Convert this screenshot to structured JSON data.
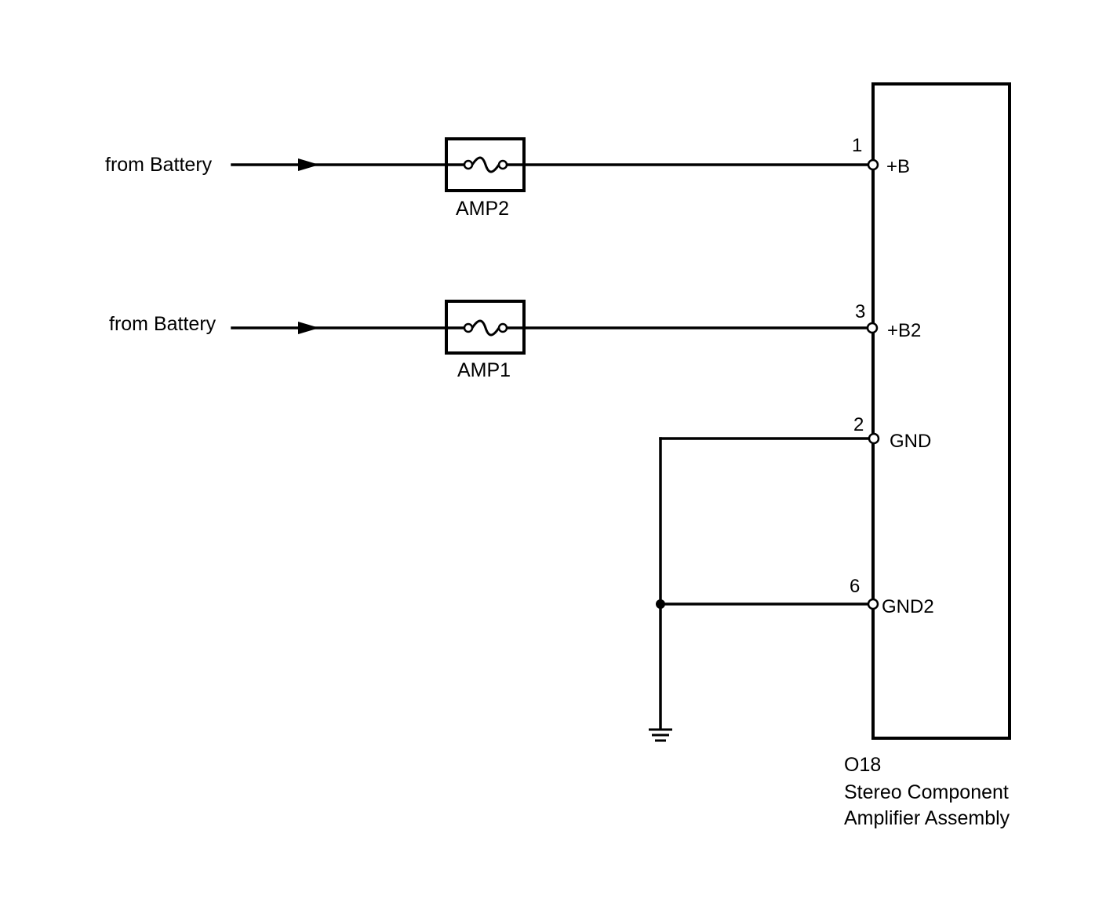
{
  "sources": [
    {
      "label": "from Battery"
    },
    {
      "label": "from Battery"
    }
  ],
  "fuses": [
    {
      "label": "AMP2"
    },
    {
      "label": "AMP1"
    }
  ],
  "terminals": [
    {
      "pin": "1",
      "name": "+B"
    },
    {
      "pin": "3",
      "name": "+B2"
    },
    {
      "pin": "2",
      "name": "GND"
    },
    {
      "pin": "6",
      "name": "GND2"
    }
  ],
  "component": {
    "code": "O18",
    "name_line1": "Stereo Component",
    "name_line2": "Amplifier Assembly"
  },
  "icons": {
    "fuse": "fuse-icon",
    "ground": "ground-icon",
    "arrow": "arrow-right-icon"
  }
}
